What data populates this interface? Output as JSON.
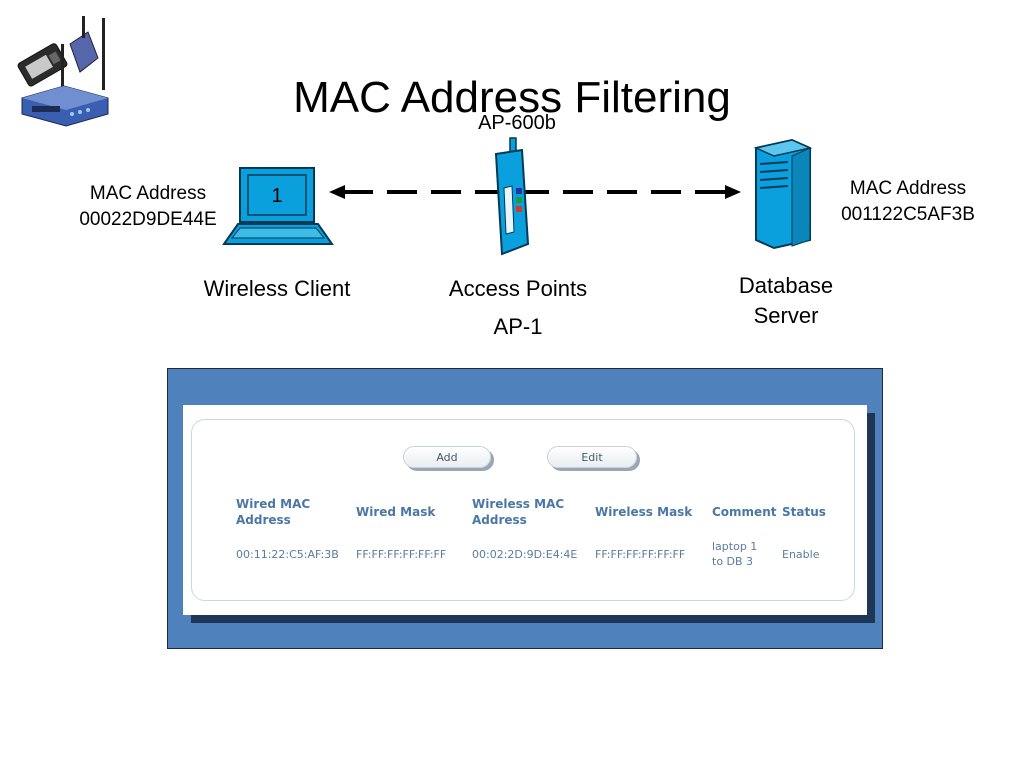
{
  "slide": {
    "title": "MAC Address Filtering"
  },
  "diagram": {
    "client": {
      "mac_label": "MAC Address",
      "mac_value": "00022D9DE44E",
      "name": "Wireless Client",
      "screen_number": "1"
    },
    "access_point": {
      "model": "AP-600b",
      "name_line1": "Access Points",
      "name_line2": "AP-1"
    },
    "server": {
      "mac_label": "MAC Address",
      "mac_value": "001122C5AF3B",
      "name_line1": "Database",
      "name_line2": "Server"
    }
  },
  "screenshot": {
    "buttons": {
      "add": "Add",
      "edit": "Edit"
    },
    "columns": [
      {
        "line1": "Wired MAC",
        "line2": "Address"
      },
      {
        "line1": "Wired Mask",
        "line2": ""
      },
      {
        "line1": "Wireless MAC",
        "line2": "Address"
      },
      {
        "line1": "Wireless Mask",
        "line2": ""
      },
      {
        "line1": "Comment",
        "line2": ""
      },
      {
        "line1": "Status",
        "line2": ""
      }
    ],
    "row": {
      "wired_mac": "00:11:22:C5:AF:3B",
      "wired_mask": "FF:FF:FF:FF:FF:FF",
      "wireless_mac": "00:02:2D:9D:E4:4E",
      "wireless_mask": "FF:FF:FF:FF:FF:FF",
      "comment_line1": "laptop 1",
      "comment_line2": "to DB 3",
      "status": "Enable"
    }
  },
  "colors": {
    "panel_frame": "#4f81bd",
    "device_blue": "#0aa0de",
    "header_text": "#4a77a6"
  },
  "icons": [
    "router-logo-icon",
    "laptop-icon",
    "access-point-icon",
    "server-icon",
    "double-arrow-icon"
  ]
}
